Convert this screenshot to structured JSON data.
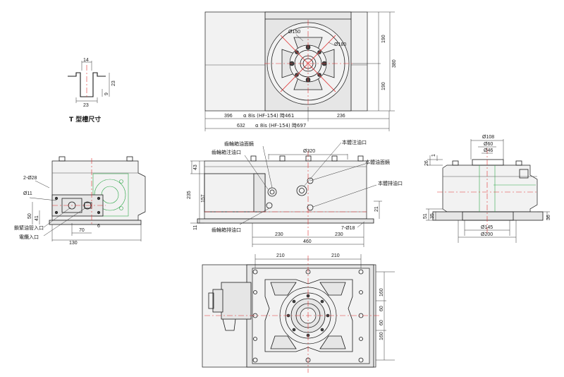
{
  "tslot": {
    "title": "T 型槽尺寸",
    "d_top": "14",
    "d_h1": "9",
    "d_h2": "23",
    "d_bottom": "23"
  },
  "top_view": {
    "d_150": "Ø150",
    "d_180": "Ø180",
    "d_190a": "190",
    "d_190b": "190",
    "d_380": "380",
    "d_396": "396",
    "d_236": "236",
    "d_461": "α 8is (HF-154) 時461",
    "d_632": "632",
    "d_697": "α 8is (HF-154) 時697"
  },
  "left_view": {
    "d_2028": "2-Ø28",
    "d_11": "Ø11",
    "d_50": "50",
    "d_41": "41",
    "d_70": "70",
    "d_6": "6",
    "d_130": "130",
    "lbl_clamp": "鎖緊油管入口",
    "lbl_elec": "電纜入口"
  },
  "front_view": {
    "lbl_gear_mirror": "齒輪箱油面鏡",
    "lbl_gear_in": "齒輪箱注油口",
    "lbl_body_in": "本體注油口",
    "lbl_body_mirror": "本體油面鏡",
    "lbl_body_out": "本體排油口",
    "lbl_gear_out": "齒輪箱排油口",
    "d_320": "Ø320",
    "d_43": "43",
    "d_235": "235",
    "d_157": "157",
    "d_11": "11",
    "d_21": "21",
    "d_7018": "7-Ø18",
    "d_230a": "230",
    "d_230b": "230",
    "d_460": "460"
  },
  "right_view": {
    "d_108": "Ø108",
    "d_60": "Ø60",
    "d_46": "Ø46",
    "d_1": "1",
    "d_26": "26",
    "d_51": "51",
    "d_35": "35",
    "d_36": "36",
    "d_145": "Ø145",
    "d_200": "Ø200"
  },
  "bottom_view": {
    "d_210a": "210",
    "d_210b": "210",
    "d_160a": "160",
    "d_60a": "60",
    "d_60b": "60",
    "d_160b": "160"
  }
}
